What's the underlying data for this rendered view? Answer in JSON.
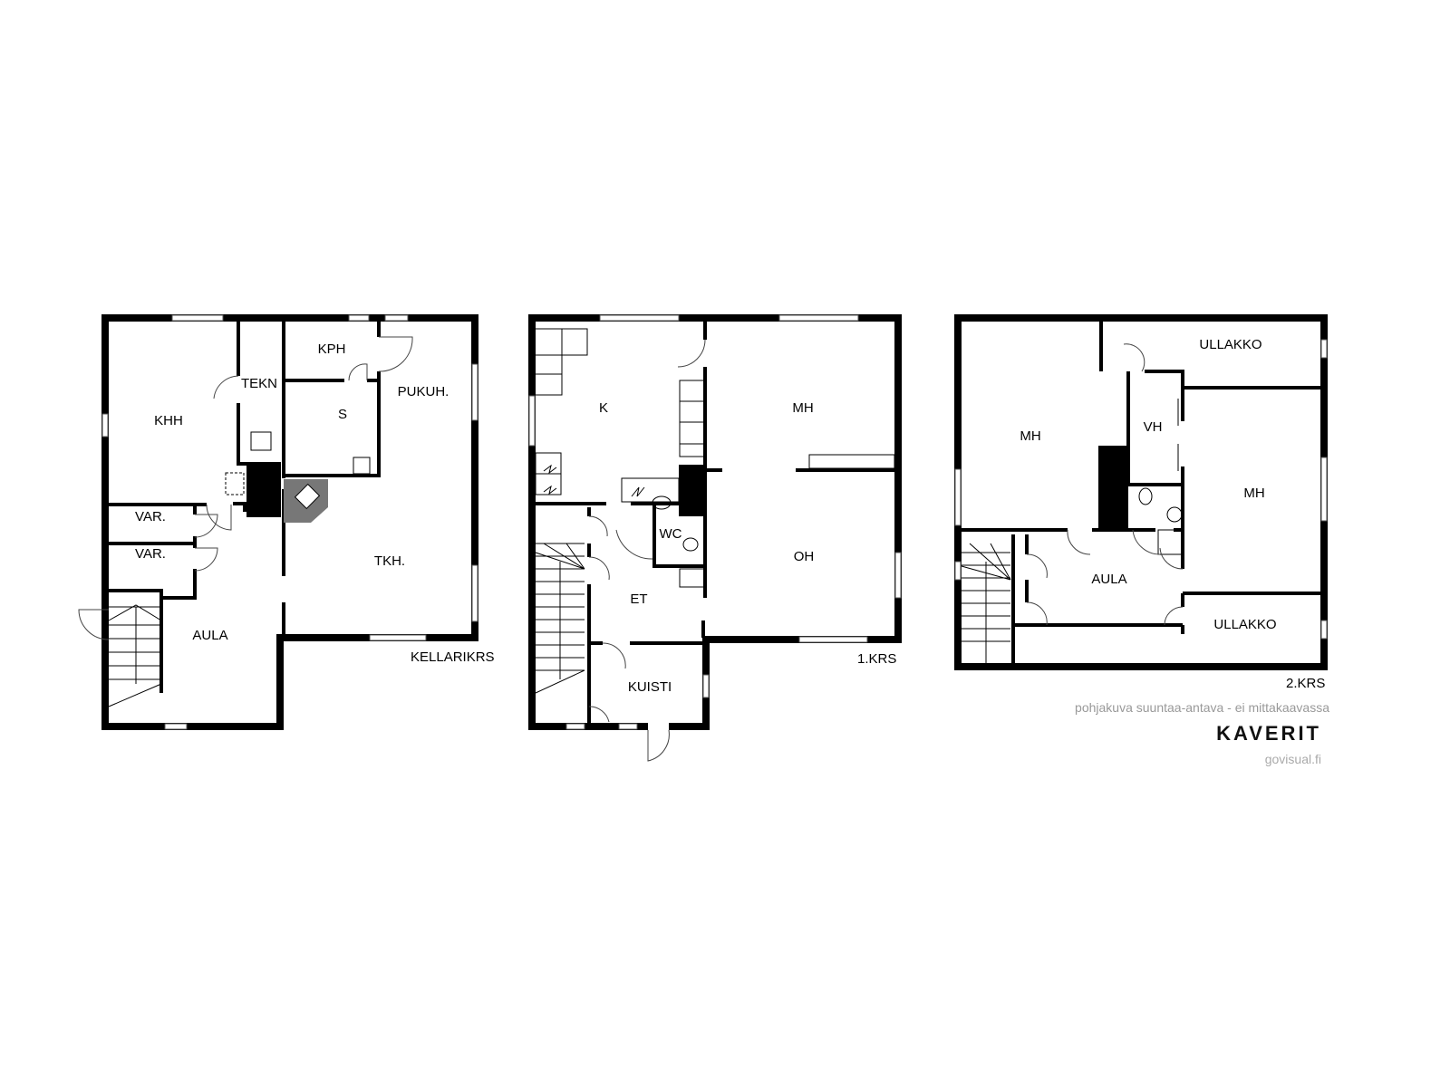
{
  "floors": [
    {
      "name": "KELLARIKRS",
      "rooms": [
        "KHH",
        "TEKN",
        "KPH",
        "S",
        "PUKUH.",
        "VAR.",
        "VAR.",
        "TKH.",
        "AULA"
      ]
    },
    {
      "name": "1.KRS",
      "rooms": [
        "K",
        "MH",
        "WC",
        "OH",
        "ET",
        "KUISTI"
      ]
    },
    {
      "name": "2.KRS",
      "rooms": [
        "ULLAKKO",
        "MH",
        "VH",
        "MH",
        "AULA",
        "ULLAKKO"
      ]
    }
  ],
  "footer": {
    "note": "pohjakuva suuntaa-antava - ei mittakaavassa",
    "brand": "KAVERIT",
    "site": "govisual.fi"
  },
  "colors": {
    "wall": "#000000",
    "note": "#999999"
  }
}
